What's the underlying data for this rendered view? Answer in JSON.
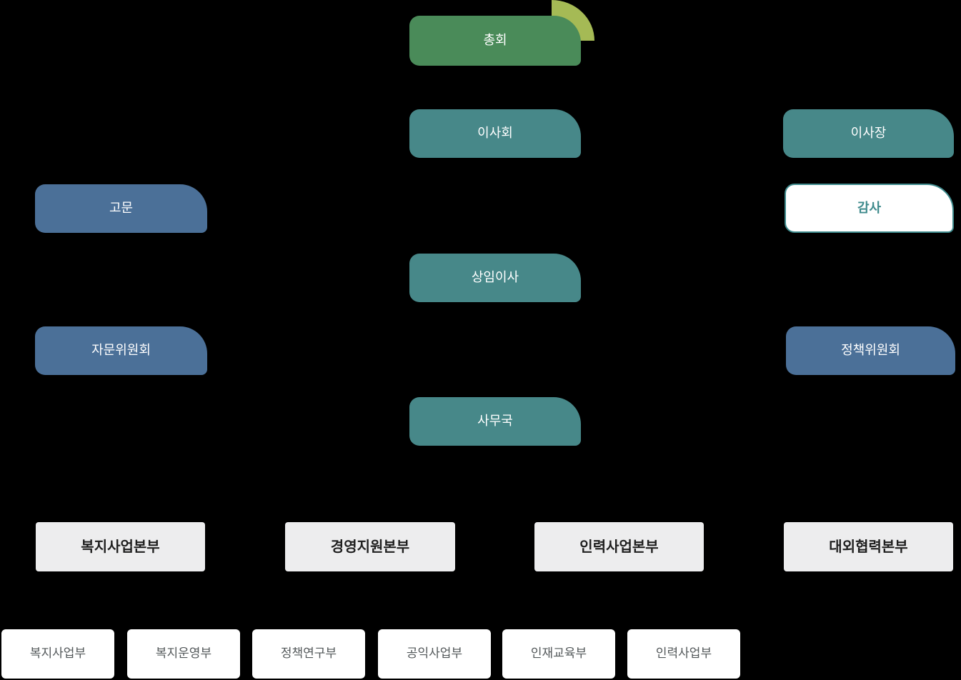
{
  "colors": {
    "green": "#4a8b59",
    "olive": "#a5ba55",
    "teal": "#478889",
    "blue": "#4b7098",
    "gray_box": "#ededee",
    "white_box": "#ffffff",
    "dot": "#4a8a8b",
    "dark_text": "#1f1f1f",
    "sub_text": "#53585a",
    "teal_text": "#3e8a8c",
    "bg": "#000000"
  },
  "chart": {
    "general_assembly": {
      "label": "총회"
    },
    "board": {
      "label": "이사회"
    },
    "chairman": {
      "label": "이사장"
    },
    "advisor": {
      "label": "고문"
    },
    "auditor": {
      "label": "감사"
    },
    "executive_director": {
      "label": "상임이사"
    },
    "advisory_committee": {
      "label": "자문위원회"
    },
    "policy_committee": {
      "label": "정책위원회"
    },
    "secretariat": {
      "label": "사무국"
    },
    "divisions": [
      {
        "label": "복지사업본부"
      },
      {
        "label": "경영지원본부"
      },
      {
        "label": "인력사업본부"
      },
      {
        "label": "대외협력본부"
      }
    ],
    "departments": [
      {
        "label": "복지사업부"
      },
      {
        "label": "복지운영부"
      },
      {
        "label": "정책연구부"
      },
      {
        "label": "공익사업부"
      },
      {
        "label": "인재교육부"
      },
      {
        "label": "인력사업부"
      }
    ]
  }
}
